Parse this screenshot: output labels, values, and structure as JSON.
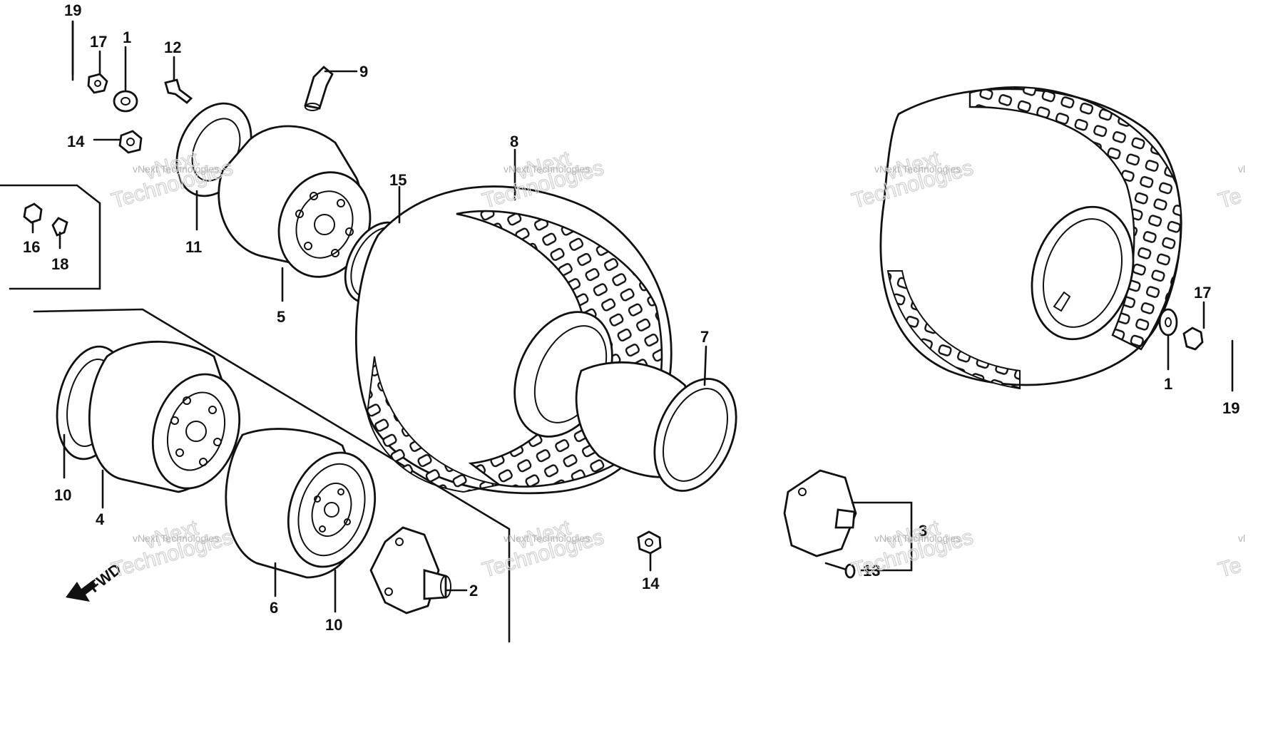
{
  "diagram": {
    "callouts": [
      "19",
      "17",
      "1",
      "12",
      "9",
      "14",
      "11",
      "5",
      "15",
      "8",
      "16",
      "18",
      "7",
      "10",
      "4",
      "6",
      "10",
      "2",
      "14",
      "3",
      "13",
      "17",
      "1",
      "19"
    ],
    "direction_label": "FWD",
    "watermark": {
      "small": "vNext Technologies",
      "large": "vNext Technologies",
      "large_line1": "vNext",
      "large_line2": "Technologies",
      "edge_small": "vl",
      "edge_large": "Te"
    }
  }
}
